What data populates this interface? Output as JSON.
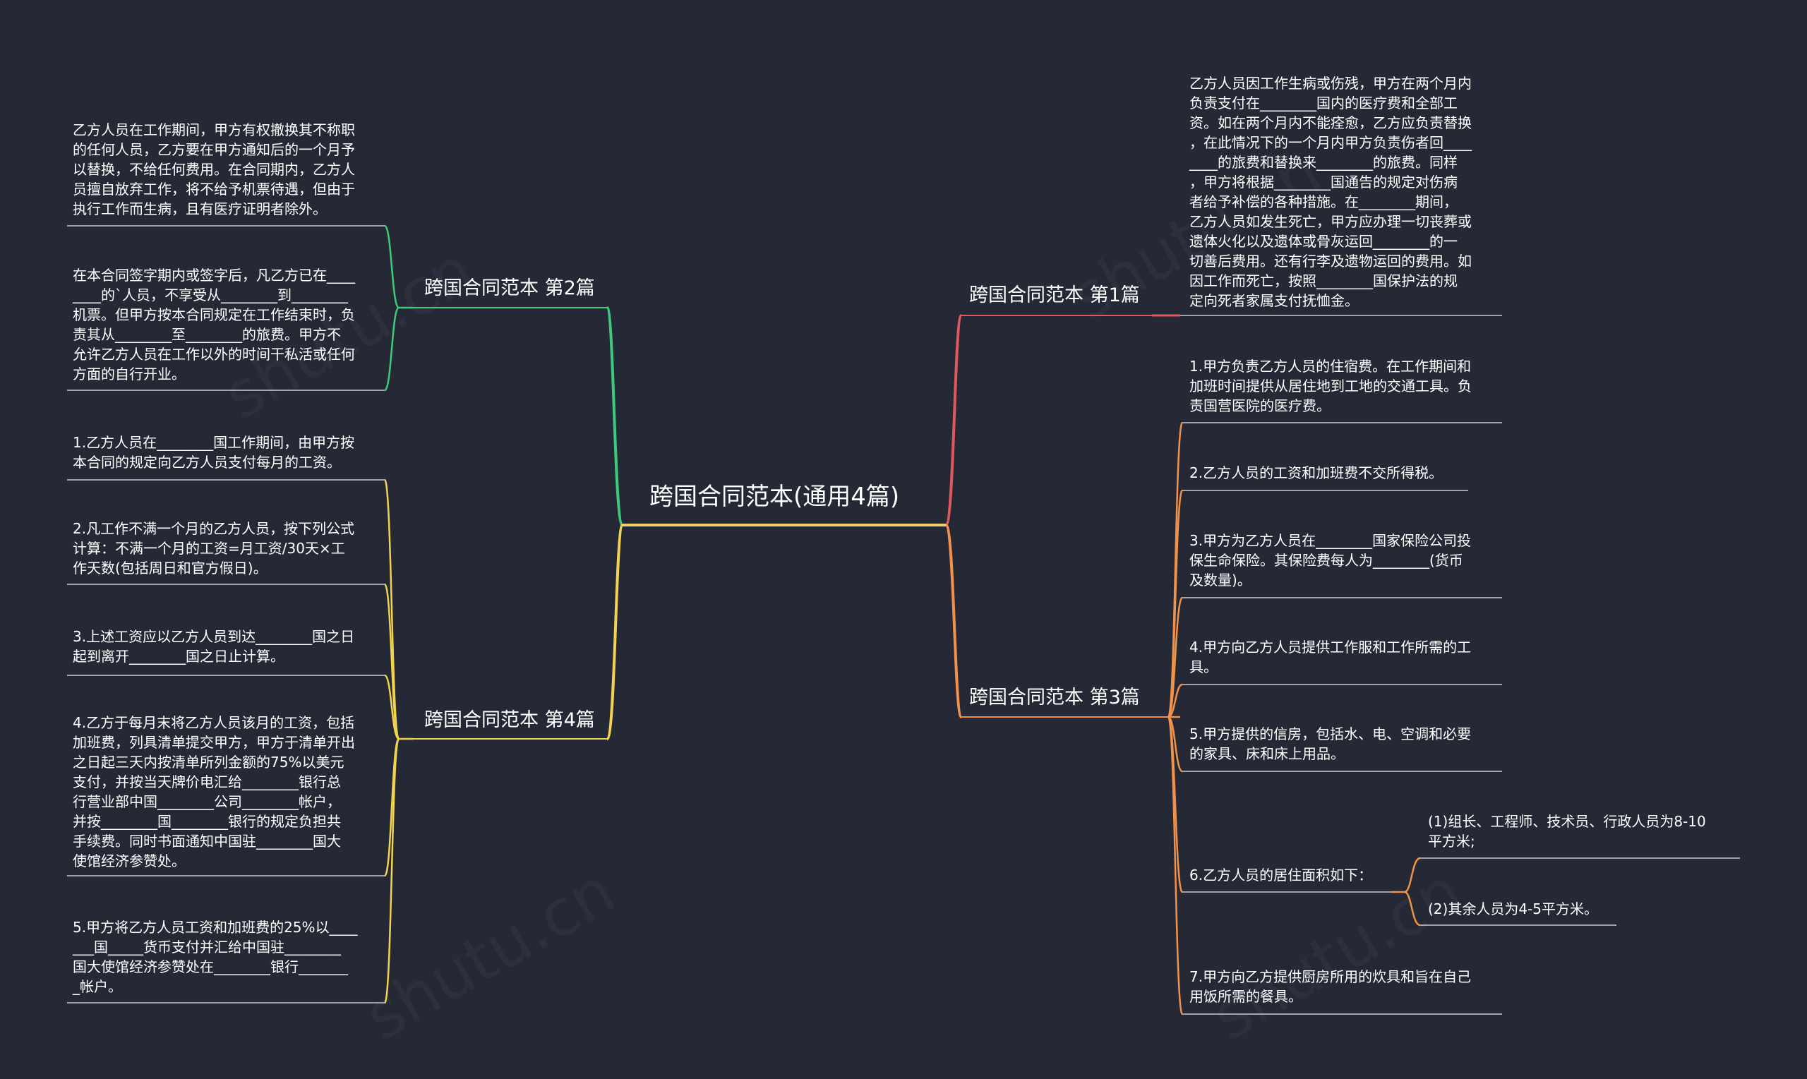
{
  "colors": {
    "background": "#252936",
    "root_line": "#f2d06b",
    "branch1": "#e0575f",
    "branch2": "#3fc97a",
    "branch3": "#f0924a",
    "branch4": "#f2d34f"
  },
  "root": {
    "title": "跨国合同范本(通用4篇)"
  },
  "branches": [
    {
      "title": "跨国合同范本 第1篇",
      "children": [
        "乙方人员因工作生病或伤残，甲方在两个月内\n负责支付在________国内的医疗费和全部工\n资。如在两个月内不能痊愈，乙方应负责替换\n，在此情况下的一个月内甲方负责伤者回____\n____的旅费和替换来________的旅费。同样\n，甲方将根据________国通告的规定对伤病\n者给予补偿的各种措施。在________期间，\n乙方人员如发生死亡，甲方应办理一切丧葬或\n遗体火化以及遗体或骨灰运回________的一\n切善后费用。还有行李及遗物运回的费用。如\n因工作而死亡，按照________国保护法的规\n定向死者家属支付抚恤金。"
      ]
    },
    {
      "title": "跨国合同范本 第2篇",
      "children": [
        "乙方人员在工作期间，甲方有权撤换其不称职\n的任何人员，乙方要在甲方通知后的一个月予\n以替换，不给任何费用。在合同期内，乙方人\n员擅自放弃工作，将不给予机票待遇，但由于\n执行工作而生病，且有医疗证明者除外。",
        "在本合同签字期内或签字后，凡乙方已在____\n____的`人员，不享受从________到________\n机票。但甲方按本合同规定在工作结束时，负\n责其从________至________的旅费。甲方不\n允许乙方人员在工作以外的时间干私活或任何\n方面的自行开业。"
      ]
    },
    {
      "title": "跨国合同范本 第3篇",
      "children": [
        "1.甲方负责乙方人员的住宿费。在工作期间和\n加班时间提供从居住地到工地的交通工具。负\n责国营医院的医疗费。",
        "2.乙方人员的工资和加班费不交所得税。",
        "3.甲方为乙方人员在________国家保险公司投\n保生命保险。其保险费每人为________(货币\n及数量)。",
        "4.甲方向乙方人员提供工作服和工作所需的工\n具。",
        "5.甲方提供的信房，包括水、电、空调和必要\n的家具、床和床上用品。",
        "6.乙方人员的居住面积如下：",
        "7.甲方向乙方提供厨房所用的炊具和旨在自己\n用饭所需的餐具。"
      ],
      "sub_children": [
        "(1)组长、工程师、技术员、行政人员为8-10\n平方米;",
        "(2)其余人员为4-5平方米。"
      ]
    },
    {
      "title": "跨国合同范本 第4篇",
      "children": [
        "1.乙方人员在________国工作期间，由甲方按\n本合同的规定向乙方人员支付每月的工资。",
        "2.凡工作不满一个月的乙方人员，按下列公式\n计算：不满一个月的工资=月工资/30天×工\n作天数(包括周日和官方假日)。",
        "3.上述工资应以乙方人员到达________国之日\n起到离开________国之日止计算。",
        "4.乙方于每月末将乙方人员该月的工资，包括\n加班费，列具清单提交甲方，甲方于清单开出\n之日起三天内按清单所列金额的75%以美元\n支付，并按当天牌价电汇给________银行总\n行营业部中国________公司________帐户，\n并按________国________银行的规定负担共\n手续费。同时书面通知中国驻________国大\n使馆经济参赞处。",
        "5.甲方将乙方人员工资和加班费的25%以____\n___国_____货币支付并汇给中国驻________\n国大使馆经济参赞处在________银行_______\n_帐户。"
      ]
    }
  ]
}
